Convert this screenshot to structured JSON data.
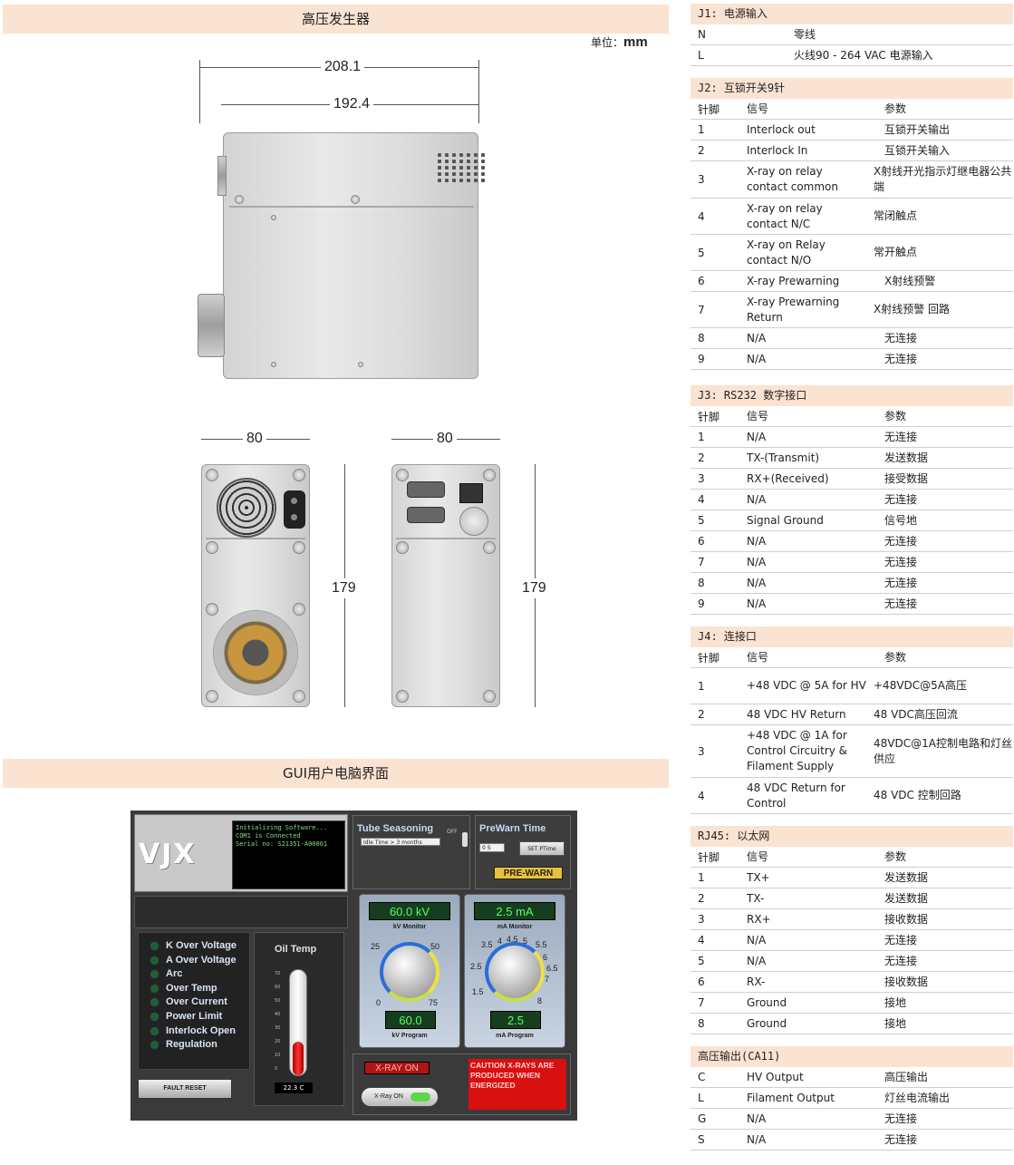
{
  "left": {
    "hv_title": "高压发生器",
    "unit_label": "单位：",
    "unit_value": "mm",
    "dims": {
      "length_outer": "208.1",
      "length_inner": "192.4",
      "width_front": "80",
      "width_back": "80",
      "height_front": "179",
      "height_back": "179"
    },
    "gui_title": "GUI用户电脑界面"
  },
  "gui": {
    "logo": "VJX",
    "console_lines": [
      "Initializing Software...",
      "COM1 is Connected",
      "Serial no: S21351-A00001"
    ],
    "faults": [
      "K Over Voltage",
      "A Over Voltage",
      "Arc",
      "Over Temp",
      "Over Current",
      "Power Limit",
      "Interlock Open",
      "Regulation"
    ],
    "fault_reset": "FAULT RESET",
    "oil_temp_title": "Oil Temp",
    "oil_ticks": [
      "70",
      "60",
      "50",
      "40",
      "30",
      "20",
      "10",
      "0"
    ],
    "oil_temp_value": 22.3,
    "oil_readout": "22.3 C",
    "seasoning_title": "Tube Seasoning",
    "seasoning_off": "OFF",
    "seasoning_select": "Idle Time > 3 months",
    "prewarn_title": "PreWarn Time",
    "prewarn_value": "0 S",
    "set_ptime": "SET PTime",
    "prewarn_button": "PRE-WARN",
    "kv": {
      "display": "60.0 kV",
      "monitor_label": "kV Monitor",
      "ticks": [
        "25",
        "50",
        "0",
        "75"
      ],
      "program": "60.0",
      "program_label": "kV Program"
    },
    "ma": {
      "display": "2.5 mA",
      "monitor_label": "mA Monitor",
      "ticks": [
        "3.5",
        "4",
        "4.5",
        "5",
        "5.5",
        "2.5",
        "6",
        "6.5",
        "7",
        "1.5",
        "8"
      ],
      "program": "2.5",
      "program_label": "mA Program"
    },
    "xray_on_label": "X-RAY ON",
    "xray_on_button": "X-Ray ON",
    "caution_text": "CAUTION X-RAYS ARE PRODUCED WHEN ENERGIZED"
  },
  "tables": {
    "j1": {
      "title": "J1: 电源输入",
      "rows": [
        [
          "N",
          "零线"
        ],
        [
          "L",
          "火线90 - 264 VAC 电源输入"
        ]
      ]
    },
    "j2": {
      "title": "J2: 互锁开关9针",
      "header": [
        "针脚",
        "信号",
        "参数"
      ],
      "rows": [
        [
          "1",
          "Interlock out",
          "互锁开关输出"
        ],
        [
          "2",
          "Interlock In",
          "互锁开关输入"
        ],
        [
          "3",
          "X-ray on relay contact common",
          "X射线开光指示灯继电器公共端"
        ],
        [
          "4",
          "X-ray on relay contact N/C",
          "常闭触点"
        ],
        [
          "5",
          "X-ray on Relay contact N/O",
          "常开触点"
        ],
        [
          "6",
          "X-ray Prewarning",
          "X射线预警"
        ],
        [
          "7",
          "X-ray Prewarning Return",
          "X射线预警 回路"
        ],
        [
          "8",
          "N/A",
          "无连接"
        ],
        [
          "9",
          "N/A",
          "无连接"
        ]
      ]
    },
    "j3": {
      "title": "J3: RS232 数字接口",
      "header": [
        "针脚",
        "信号",
        "参数"
      ],
      "rows": [
        [
          "1",
          "N/A",
          "无连接"
        ],
        [
          "2",
          "TX-(Transmit)",
          "发送数据"
        ],
        [
          "3",
          "RX+(Received)",
          "接受数据"
        ],
        [
          "4",
          "N/A",
          "无连接"
        ],
        [
          "5",
          "Signal Ground",
          "信号地"
        ],
        [
          "6",
          "N/A",
          "无连接"
        ],
        [
          "7",
          "N/A",
          "无连接"
        ],
        [
          "8",
          "N/A",
          "无连接"
        ],
        [
          "9",
          "N/A",
          "无连接"
        ]
      ]
    },
    "j4": {
      "title": "J4: 连接口",
      "header": [
        "针脚",
        "信号",
        "参数"
      ],
      "rows": [
        [
          "1",
          "+48 VDC @ 5A for HV",
          "+48VDC@5A高压"
        ],
        [
          "2",
          "48 VDC HV Return",
          "48 VDC高压回流"
        ],
        [
          "3",
          "+48 VDC @ 1A for Control Circuitry & Filament Supply",
          "48VDC@1A控制电路和灯丝供应"
        ],
        [
          "4",
          "48 VDC Return for Control",
          "48 VDC 控制回路"
        ]
      ]
    },
    "rj45": {
      "title": "RJ45: 以太网",
      "header": [
        "针脚",
        "信号",
        "参数"
      ],
      "rows": [
        [
          "1",
          "TX+",
          "发送数据"
        ],
        [
          "2",
          "TX-",
          "发送数据"
        ],
        [
          "3",
          "RX+",
          "接收数据"
        ],
        [
          "4",
          "N/A",
          "无连接"
        ],
        [
          "5",
          "N/A",
          "无连接"
        ],
        [
          "6",
          "RX-",
          "接收数据"
        ],
        [
          "7",
          "Ground",
          "接地"
        ],
        [
          "8",
          "Ground",
          "接地"
        ]
      ]
    },
    "ca11": {
      "title": "高压输出(CA11)",
      "rows": [
        [
          "C",
          "HV Output",
          "高压输出"
        ],
        [
          "L",
          "Filament Output",
          "灯丝电流输出"
        ],
        [
          "G",
          "N/A",
          "无连接"
        ],
        [
          "S",
          "N/A",
          "无连接"
        ]
      ]
    }
  }
}
